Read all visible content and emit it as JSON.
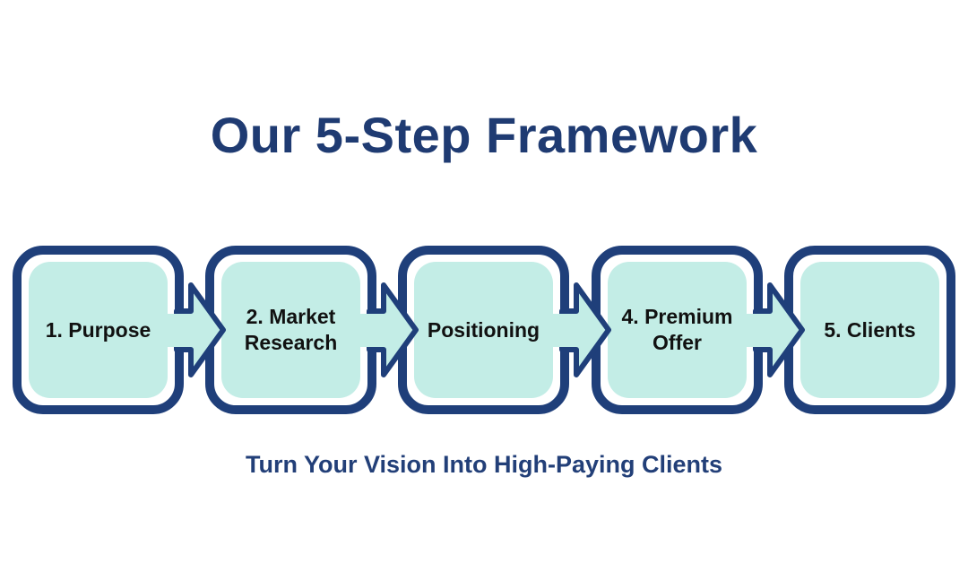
{
  "title": "Our 5-Step Framework",
  "steps": [
    {
      "label": "1. Purpose"
    },
    {
      "label": "2. Market\nResearch"
    },
    {
      "label": "Positioning"
    },
    {
      "label": "4. Premium\nOffer"
    },
    {
      "label": "5. Clients"
    }
  ],
  "subtitle": "Turn Your Vision Into High-Paying Clients",
  "colors": {
    "navy": "#1f3f7a",
    "mint": "#c3ede6",
    "title": "#1f3b72"
  }
}
